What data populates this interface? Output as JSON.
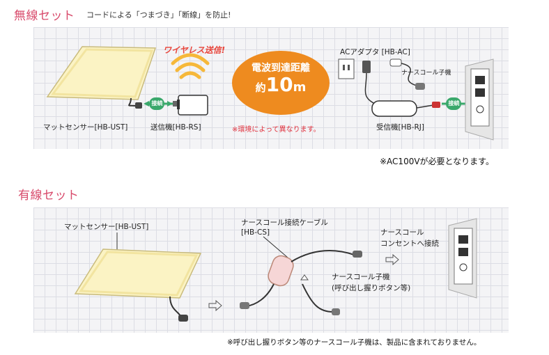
{
  "wireless": {
    "title": "無線セット",
    "subtitle": "コードによる「つまづき」「断線」を防止!",
    "wireless_caption": "ワイヤレス送信!",
    "connect_badge": "接続",
    "range_line1": "電波到達距離",
    "range_prefix": "約",
    "range_value": "10",
    "range_unit": "m",
    "range_note": "※環境によって異なります。",
    "mat_sensor_label": "マットセンサー[HB-UST]",
    "transmitter_label": "送信機[HB-RS]",
    "ac_adapter_label": "ACアダプタ [HB-AC]",
    "nurse_call_handset_label": "ナースコール子機",
    "receiver_label": "受信機[HB-RJ]",
    "ac_note": "※AC100Vが必要となります。"
  },
  "wired": {
    "title": "有線セット",
    "mat_sensor_label": "マットセンサー[HB-UST]",
    "cable_label_line1": "ナースコール接続ケーブル",
    "cable_label_line2": "[HB-CS]",
    "outlet_label_line1": "ナースコール",
    "outlet_label_line2": "コンセントへ接続",
    "handset_label_line1": "ナースコール子機",
    "handset_label_line2": "(呼び出し握りボタン等)",
    "bottom_note": "※呼び出し握りボタン等のナースコール子機は、製品に含まれておりません。"
  },
  "colors": {
    "accent_pink": "#d84a6b",
    "accent_red": "#e0303c",
    "range_orange": "#ee8b1f",
    "badge_green": "#3aa86b",
    "mat_yellow": "#fbf3c4"
  }
}
